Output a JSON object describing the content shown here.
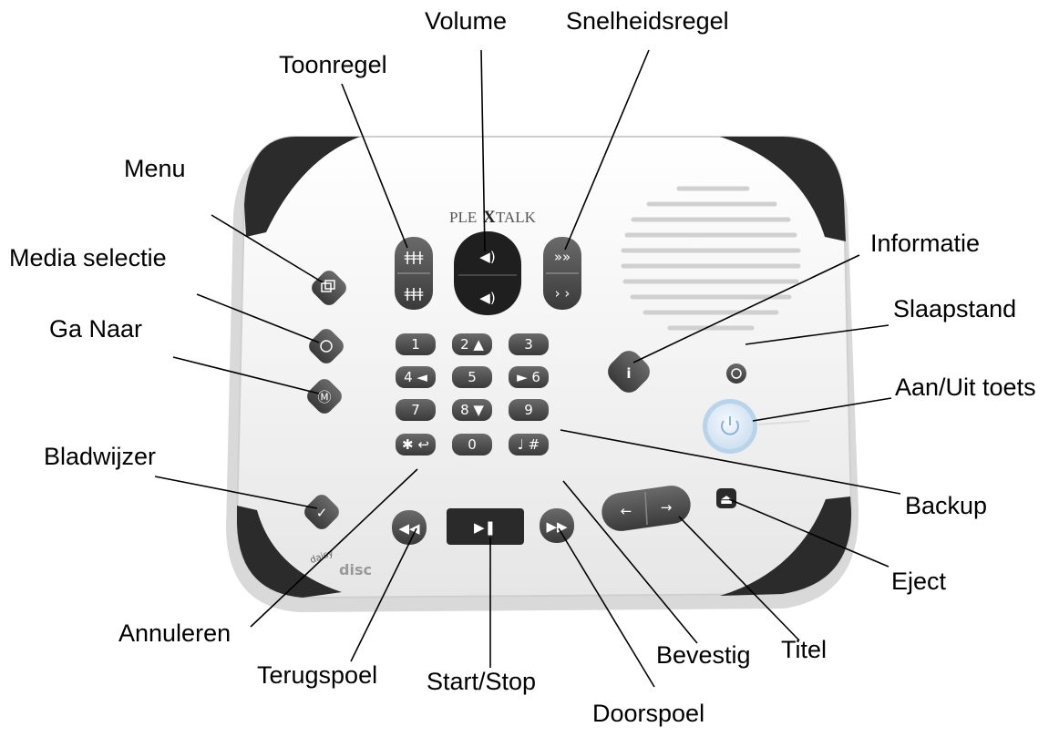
{
  "labels": {
    "volume": "Volume",
    "snelheidsregel": "Snelheidsregel",
    "toonregel": "Toonregel",
    "menu": "Menu",
    "media_selectie": "Media selectie",
    "ga_naar": "Ga Naar",
    "bladwijzer": "Bladwijzer",
    "informatie": "Informatie",
    "slaapstand": "Slaapstand",
    "aan_uit": "Aan/Uit toets",
    "backup": "Backup",
    "eject": "Eject",
    "titel": "Titel",
    "bevestig": "Bevestig",
    "annuleren": "Annuleren",
    "terugspoel": "Terugspoel",
    "start_stop": "Start/Stop",
    "doorspoel": "Doorspoel"
  },
  "device": {
    "brand_left": "PLE",
    "brand_right": "TALK",
    "daisy": "daisy",
    "disc": "disc"
  },
  "keypad": [
    "1",
    "2 ▲",
    "3",
    "4 ◄",
    "5",
    "► 6",
    "7",
    "8 ▼",
    "9",
    "✱ ↩",
    "0",
    "♩ #"
  ],
  "colors": {
    "body": "#f4f4f4",
    "bumper": "#2b2b2b",
    "button": "#4a4a4a",
    "power_ring": "#b9d3ea"
  }
}
